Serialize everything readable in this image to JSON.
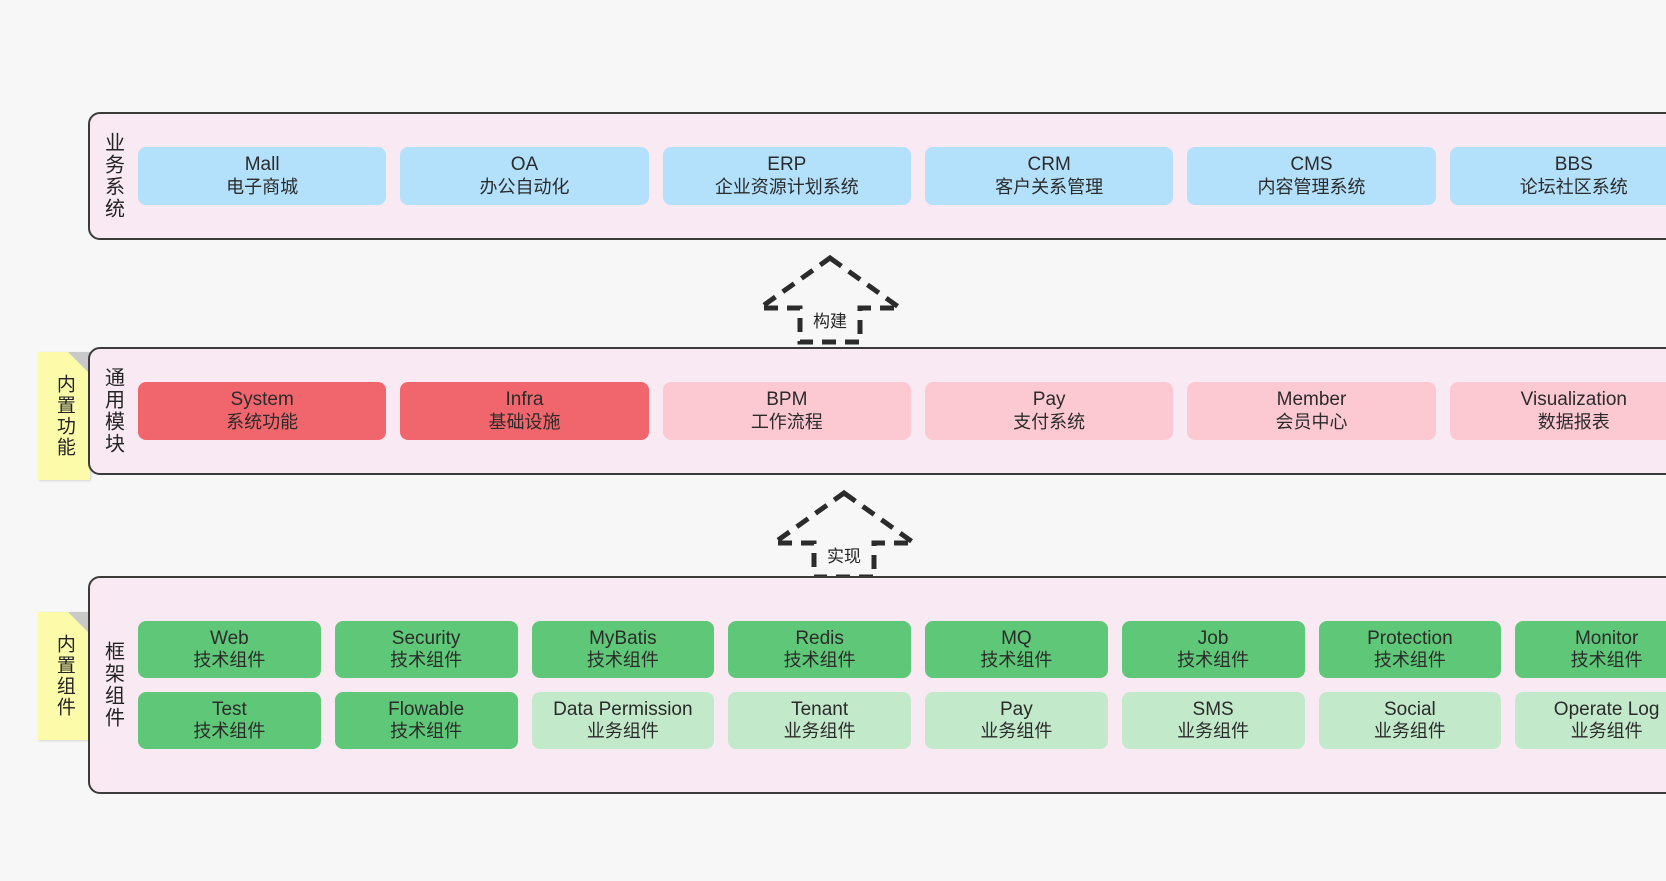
{
  "diagram": {
    "background_color": "#f7f7f7",
    "layer_fill": "#f9e9f3",
    "layer_border": "#3b3b3b",
    "note_fill": "#fbfbaa",
    "note_fold": "#c9c9c9"
  },
  "layers": [
    {
      "title": "业务系统",
      "note": null,
      "rows": [
        {
          "cards": [
            {
              "name": "Mall",
              "sub": "电子商城",
              "color": "#b3e0fb",
              "style": "c-blue"
            },
            {
              "name": "OA",
              "sub": "办公自动化",
              "color": "#b3e0fb",
              "style": "c-blue"
            },
            {
              "name": "ERP",
              "sub": "企业资源计划系统",
              "color": "#b3e0fb",
              "style": "c-blue"
            },
            {
              "name": "CRM",
              "sub": "客户关系管理",
              "color": "#b3e0fb",
              "style": "c-blue"
            },
            {
              "name": "CMS",
              "sub": "内容管理系统",
              "color": "#b3e0fb",
              "style": "c-blue"
            },
            {
              "name": "BBS",
              "sub": "论坛社区系统",
              "color": "#b3e0fb",
              "style": "c-blue"
            }
          ]
        }
      ]
    },
    {
      "title": "通用模块",
      "note": "内置功能",
      "rows": [
        {
          "cards": [
            {
              "name": "System",
              "sub": "系统功能",
              "color": "#f1666c",
              "style": "c-red"
            },
            {
              "name": "Infra",
              "sub": "基础设施",
              "color": "#f1666c",
              "style": "c-red"
            },
            {
              "name": "BPM",
              "sub": "工作流程",
              "color": "#fcc9d2",
              "style": "c-pink"
            },
            {
              "name": "Pay",
              "sub": "支付系统",
              "color": "#fcc9d2",
              "style": "c-pink"
            },
            {
              "name": "Member",
              "sub": "会员中心",
              "color": "#fcc9d2",
              "style": "c-pink"
            },
            {
              "name": "Visualization",
              "sub": "数据报表",
              "color": "#fcc9d2",
              "style": "c-pink"
            }
          ]
        }
      ]
    },
    {
      "title": "框架组件",
      "note": "内置组件",
      "rows": [
        {
          "cards": [
            {
              "name": "Web",
              "sub": "技术组件",
              "color": "#5fc878",
              "style": "c-green"
            },
            {
              "name": "Security",
              "sub": "技术组件",
              "color": "#5fc878",
              "style": "c-green"
            },
            {
              "name": "MyBatis",
              "sub": "技术组件",
              "color": "#5fc878",
              "style": "c-green"
            },
            {
              "name": "Redis",
              "sub": "技术组件",
              "color": "#5fc878",
              "style": "c-green"
            },
            {
              "name": "MQ",
              "sub": "技术组件",
              "color": "#5fc878",
              "style": "c-green"
            },
            {
              "name": "Job",
              "sub": "技术组件",
              "color": "#5fc878",
              "style": "c-green"
            },
            {
              "name": "Protection",
              "sub": "技术组件",
              "color": "#5fc878",
              "style": "c-green"
            },
            {
              "name": "Monitor",
              "sub": "技术组件",
              "color": "#5fc878",
              "style": "c-green"
            }
          ]
        },
        {
          "cards": [
            {
              "name": "Test",
              "sub": "技术组件",
              "color": "#5fc878",
              "style": "c-green"
            },
            {
              "name": "Flowable",
              "sub": "技术组件",
              "color": "#5fc878",
              "style": "c-green"
            },
            {
              "name": "Data Permission",
              "sub": "业务组件",
              "color": "#c3e9cb",
              "style": "c-green-light"
            },
            {
              "name": "Tenant",
              "sub": "业务组件",
              "color": "#c3e9cb",
              "style": "c-green-light"
            },
            {
              "name": "Pay",
              "sub": "业务组件",
              "color": "#c3e9cb",
              "style": "c-green-light"
            },
            {
              "name": "SMS",
              "sub": "业务组件",
              "color": "#c3e9cb",
              "style": "c-green-light"
            },
            {
              "name": "Social",
              "sub": "业务组件",
              "color": "#c3e9cb",
              "style": "c-green-light"
            },
            {
              "name": "Operate Log",
              "sub": "业务组件",
              "color": "#c3e9cb",
              "style": "c-green-light"
            }
          ]
        }
      ]
    }
  ],
  "arrows": [
    {
      "label": "构建",
      "direction": "up"
    },
    {
      "label": "实现",
      "direction": "up"
    }
  ]
}
